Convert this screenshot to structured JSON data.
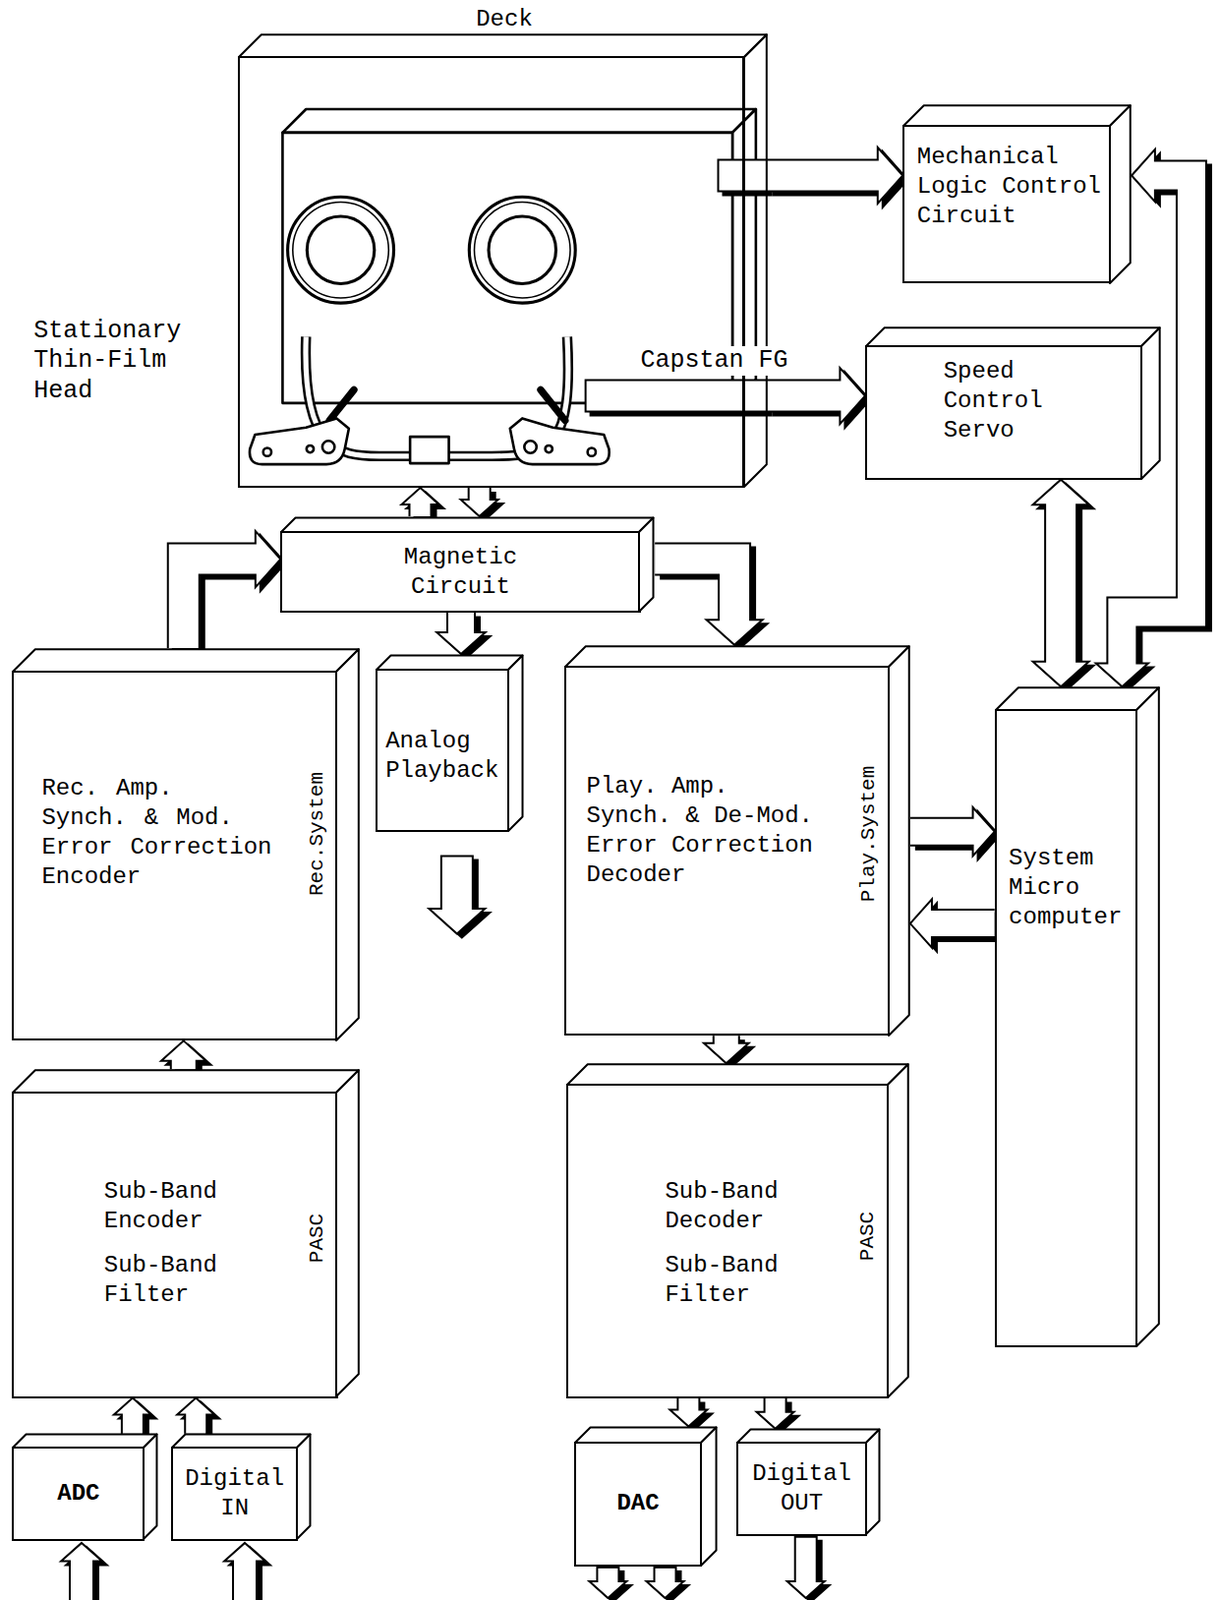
{
  "diagram": {
    "nodes": [
      {
        "text": [
          "Deck"
        ]
      },
      {
        "text": [
          "Mechanical Logic Control Circuit"
        ]
      },
      {
        "text": [
          "Speed Control Servo"
        ]
      },
      {
        "text": [
          "Magnetic Circuit"
        ]
      },
      {
        "text": [
          "Rec. Amp. Synch. & Mod. Error Correction Encoder",
          "Rec.System"
        ]
      },
      {
        "text": [
          "Analog Playback"
        ]
      },
      {
        "text": [
          "Play. Amp. Synch. & De-Mod. Error Correction Decoder",
          "Play.System"
        ]
      },
      {
        "text": [
          "System Micro computer"
        ]
      },
      {
        "text": [
          "Sub-Band Encoder",
          "Sub-Band Filter",
          "PASC"
        ]
      },
      {
        "text": [
          "Sub-Band Decoder",
          "Sub-Band Filter",
          "PASC"
        ]
      },
      {
        "text": [
          "ADC"
        ]
      },
      {
        "text": [
          "Digital IN"
        ]
      },
      {
        "text": [
          "DAC"
        ]
      },
      {
        "text": [
          "Digital OUT"
        ]
      }
    ],
    "edges": [
      {
        "from": 0,
        "to": 1,
        "arrow": "to"
      },
      {
        "from": 0,
        "to": 2,
        "label": "Capstan FG",
        "arrow": "to"
      },
      {
        "from": 3,
        "to": 0,
        "arrow": "to"
      },
      {
        "from": 0,
        "to": 3,
        "arrow": "to"
      },
      {
        "from": 4,
        "to": 3,
        "arrow": "to"
      },
      {
        "from": 3,
        "to": 5,
        "arrow": "to"
      },
      {
        "from": 3,
        "to": 6,
        "arrow": "to"
      },
      {
        "from": 6,
        "to": 7,
        "arrow": "to"
      },
      {
        "from": 7,
        "to": 6,
        "arrow": "to"
      },
      {
        "from": 7,
        "to": 2,
        "arrow": "both"
      },
      {
        "from": 7,
        "to": 1,
        "arrow": "both"
      },
      {
        "from": 8,
        "to": 4,
        "arrow": "to"
      },
      {
        "from": 10,
        "to": 8,
        "arrow": "to"
      },
      {
        "from": 11,
        "to": 8,
        "arrow": "to"
      },
      {
        "from": 6,
        "to": 9,
        "arrow": "to"
      },
      {
        "from": 9,
        "to": 12,
        "arrow": "to"
      },
      {
        "from": 9,
        "to": 13,
        "arrow": "to"
      }
    ],
    "labels": [
      "Stationary Thin-Film Head"
    ]
  }
}
